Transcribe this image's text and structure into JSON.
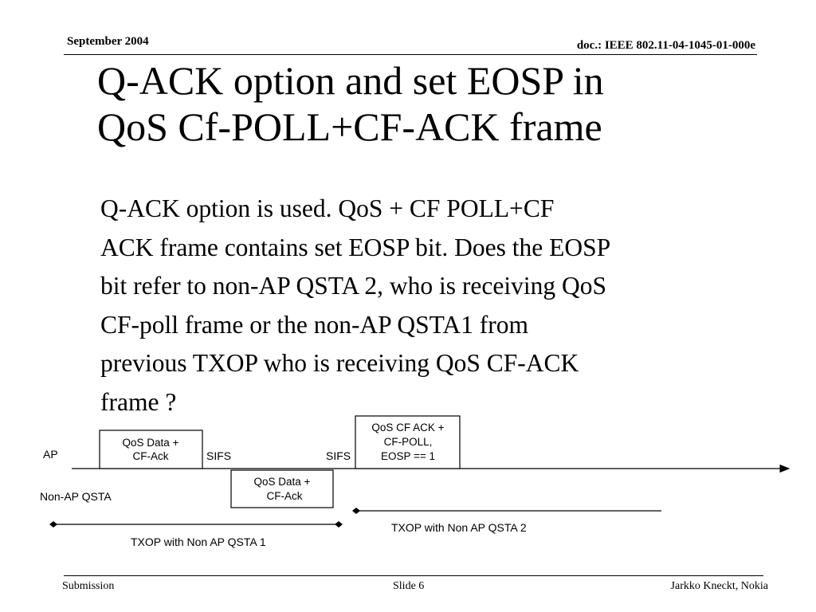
{
  "header": {
    "date": "September 2004",
    "doc": "doc.: IEEE 802.11-04-1045-01-000e"
  },
  "title": {
    "line1": "Q-ACK option and set EOSP in",
    "line2": "QoS Cf-POLL+CF-ACK frame"
  },
  "body": {
    "lines": [
      "Q-ACK option is used. QoS + CF POLL+CF",
      "ACK frame contains set EOSP bit. Does the EOSP",
      "bit refer to non-AP QSTA 2, who is receiving QoS",
      "CF-poll frame or the non-AP QSTA1 from",
      "previous TXOP who is receiving QoS CF-ACK",
      "frame ?"
    ]
  },
  "diagram": {
    "ap_label": "AP",
    "sta_label": "Non-AP QSTA",
    "box1": {
      "line1": "QoS Data +",
      "line2": "CF-Ack"
    },
    "sifs1": "SIFS",
    "box2": {
      "line1": "QoS Data +",
      "line2": "CF-Ack"
    },
    "sifs2": "SIFS",
    "box3": {
      "line1": "QoS CF ACK +",
      "line2": "CF-POLL,",
      "line3": "EOSP == 1"
    },
    "txop1": "TXOP with Non AP QSTA 1",
    "txop2": "TXOP with Non AP QSTA 2"
  },
  "footer": {
    "left": "Submission",
    "center": "Slide 6",
    "right": "Jarkko Kneckt, Nokia"
  }
}
